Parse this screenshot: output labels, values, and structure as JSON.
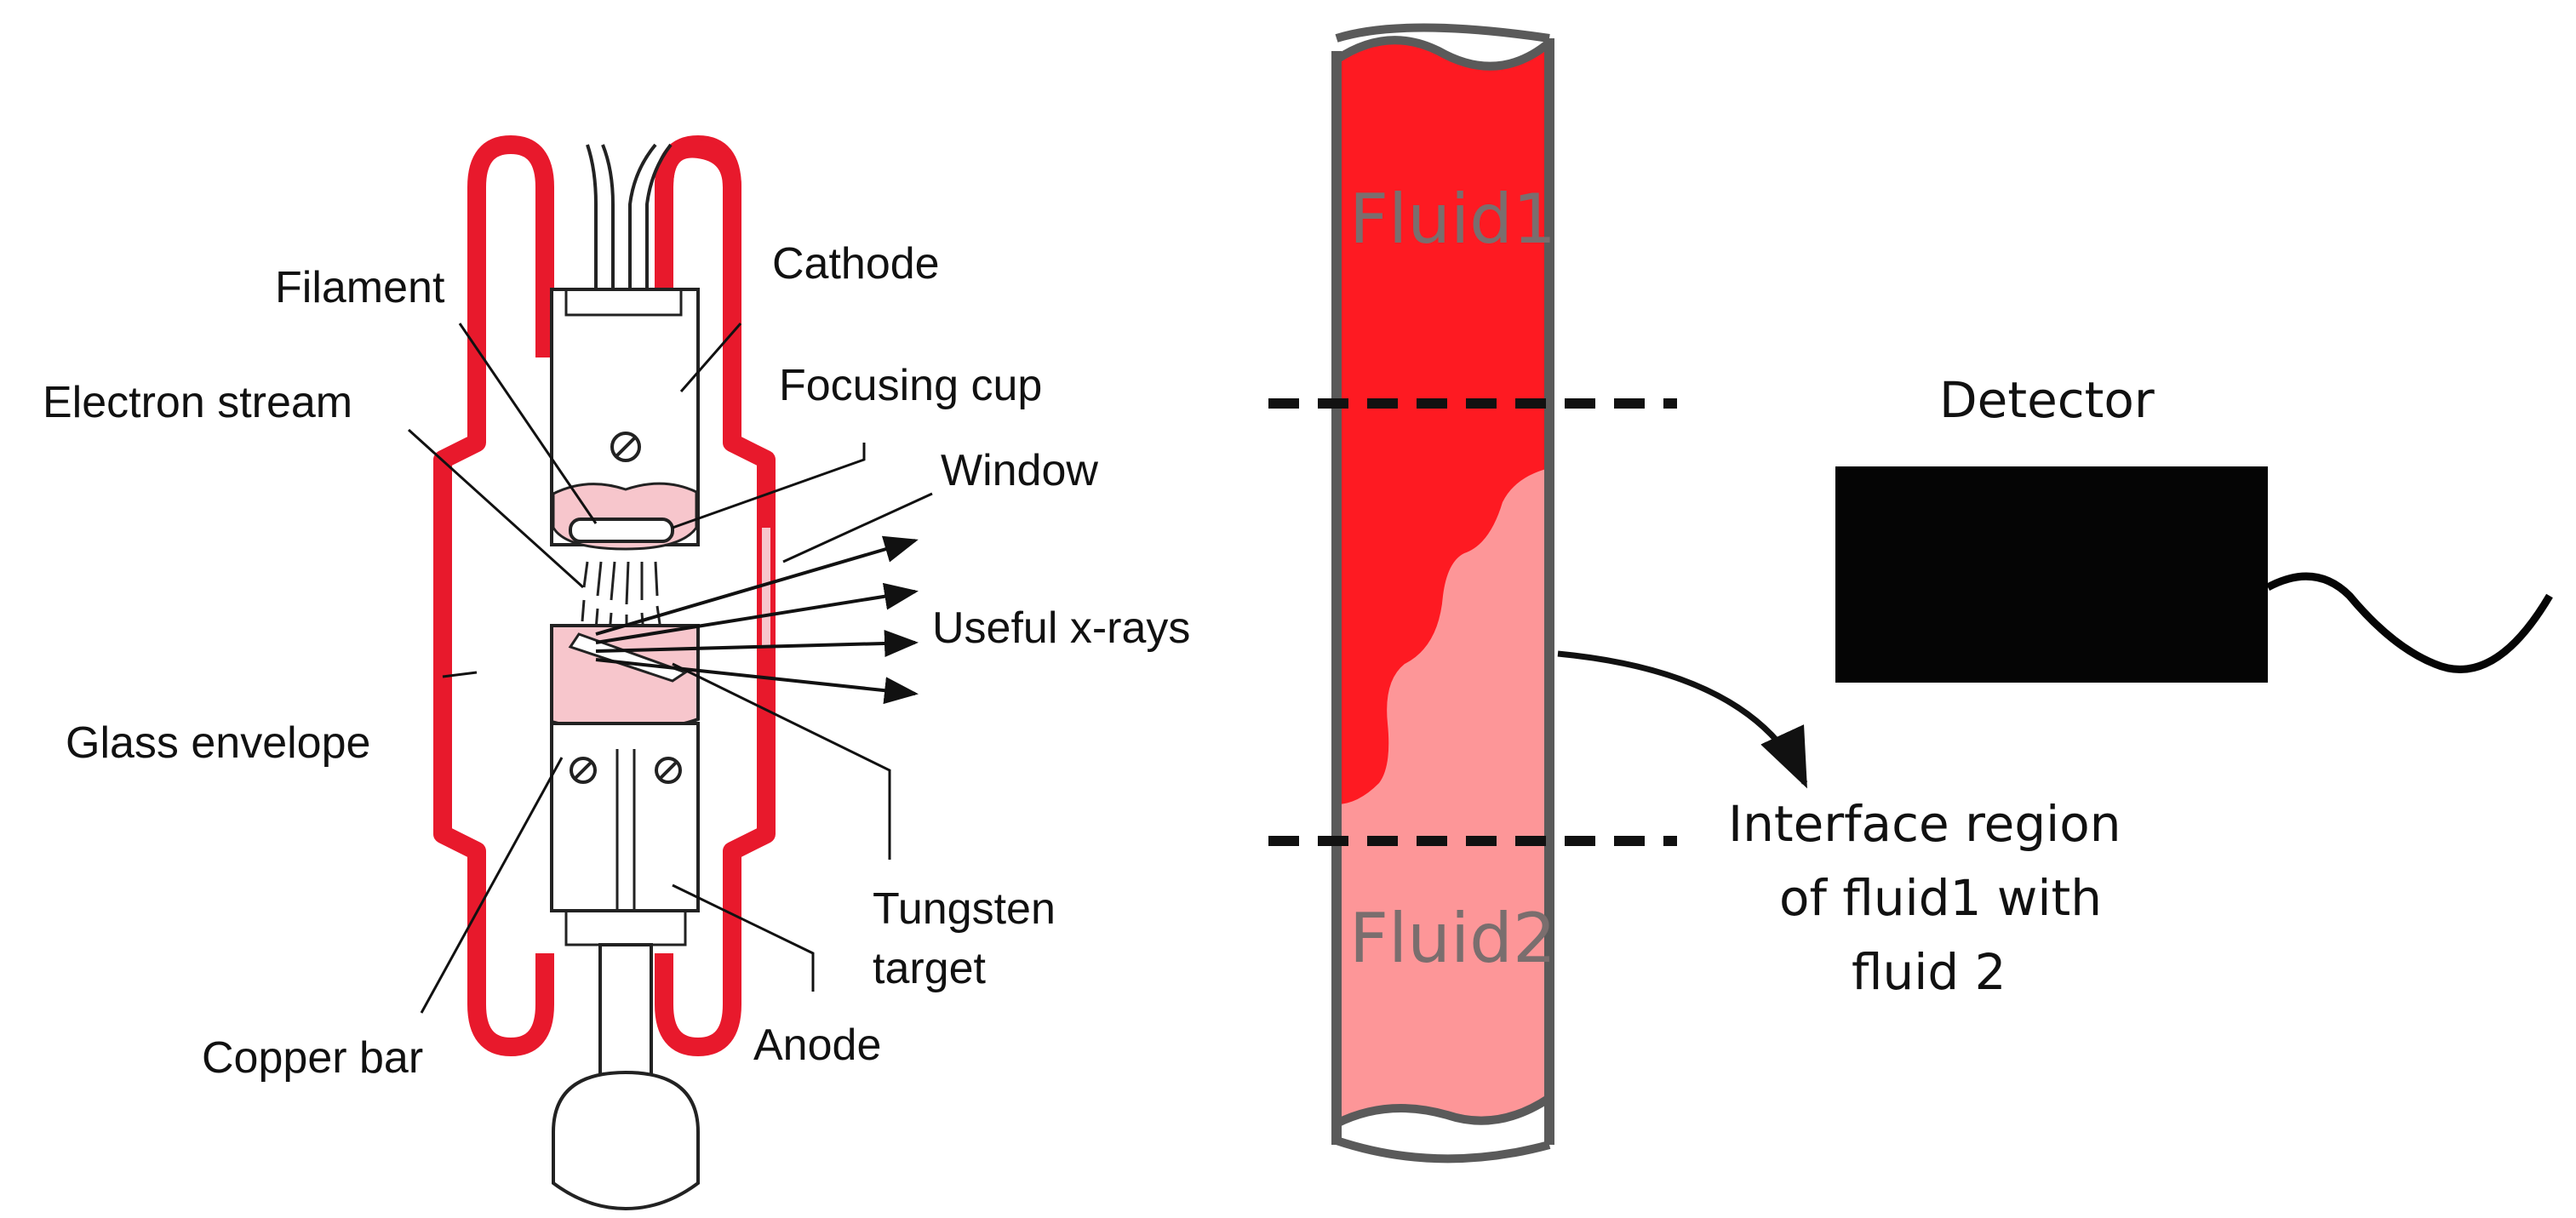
{
  "xray_tube": {
    "labels": {
      "cathode": "Cathode",
      "filament": "Filament",
      "electron_stream": "Electron stream",
      "focusing_cup": "Focusing cup",
      "window": "Window",
      "useful_xrays": "Useful x-rays",
      "glass_envelope": "Glass envelope",
      "tungsten_target_line1": "Tungsten",
      "tungsten_target_line2": "target",
      "copper_bar": "Copper bar",
      "anode": "Anode"
    },
    "colors": {
      "envelope": "#e8192c",
      "pink_fill": "#f7c6cc"
    }
  },
  "pipe": {
    "fluid1_label": "Fluid1",
    "fluid2_label": "Fluid2",
    "colors": {
      "fluid1": "#fe1a22",
      "fluid2": "#fd9698",
      "wall": "#5a5a5a"
    }
  },
  "detector": {
    "label": "Detector",
    "color": "#050505"
  },
  "interface": {
    "line1": "Interface region",
    "line2": "of fluid1 with",
    "line3": "fluid 2"
  }
}
